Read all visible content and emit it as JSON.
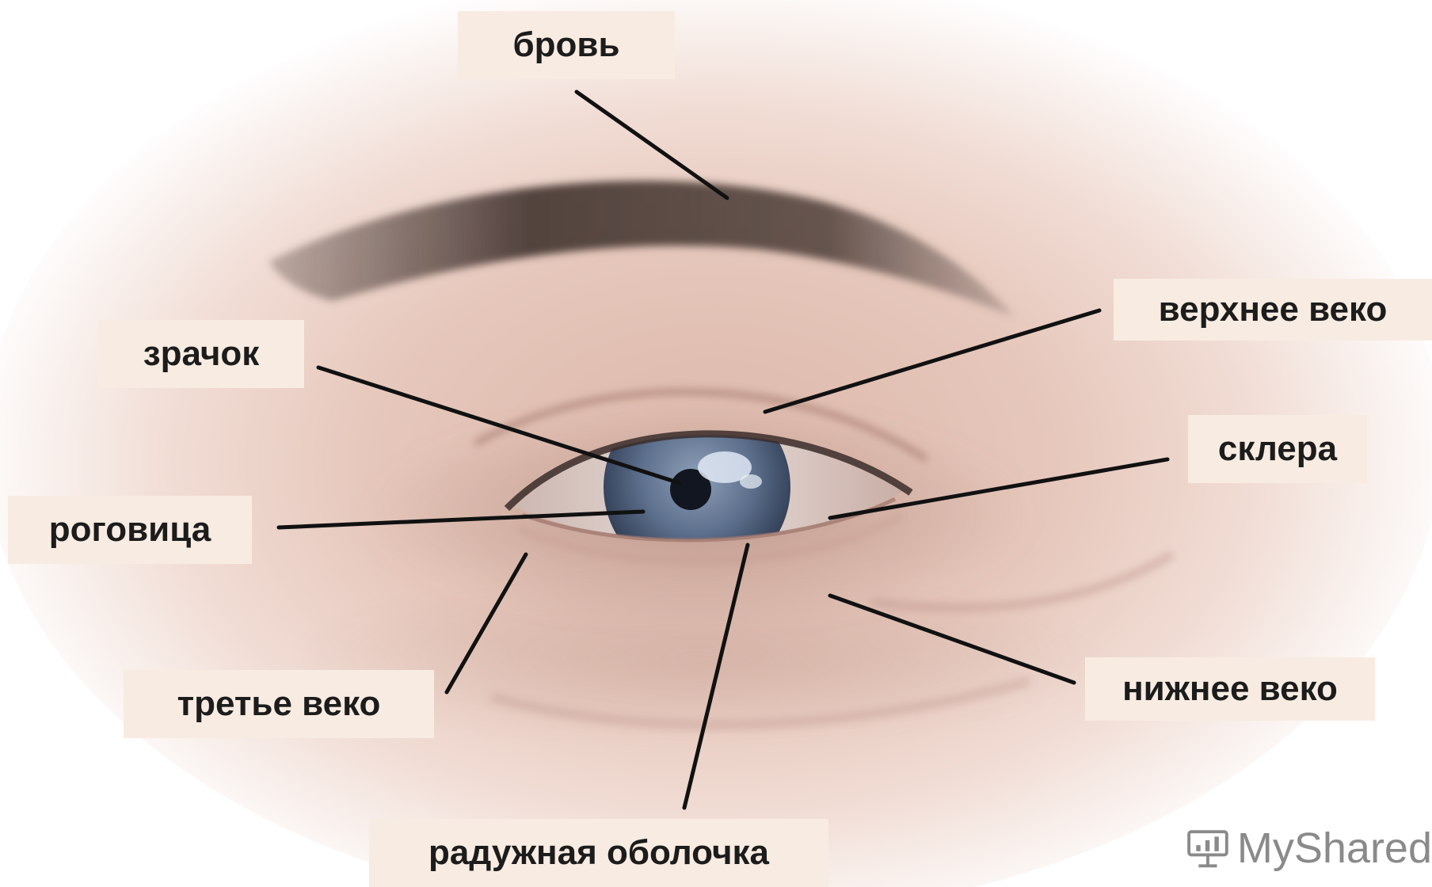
{
  "labels": {
    "eyebrow": "бровь",
    "upper_eyelid": "верхнее веко",
    "pupil": "зрачок",
    "sclera": "склера",
    "cornea": "роговица",
    "third_eyelid": "третье веко",
    "lower_eyelid": "нижнее веко",
    "iris": "радужная оболочка"
  },
  "watermark": {
    "text": "MyShared",
    "icon": "presentation-board-icon"
  },
  "colors": {
    "label_background": "#f8ece2",
    "label_text": "#1c1c1c",
    "leader_line": "#111111",
    "iris": "#5c6f8c",
    "skin": "#e8c8bc",
    "eyebrow": "#5a4a45",
    "watermark": "#8a8a8a"
  }
}
